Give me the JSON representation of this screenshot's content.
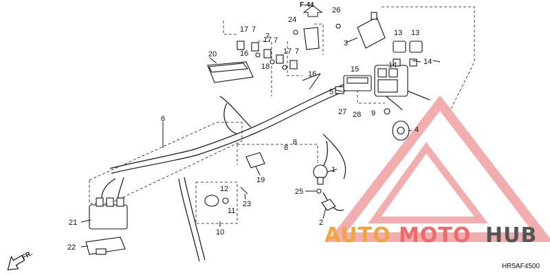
{
  "ref_callout": "F-44",
  "diagram_code": "HR5AF4500",
  "direction": {
    "label": "FR."
  },
  "watermark": {
    "word1": "AUTO",
    "word2": "MOTO",
    "word3": "HUB",
    "color1": "#f0a640",
    "color2": "#ef6a6a",
    "color3": "#555555",
    "logo_color": "#f0a0a0"
  },
  "callouts": {
    "p1": "1",
    "p2": "2",
    "p3": "3",
    "p4": "4",
    "p5": "5",
    "p6": "6",
    "p7a": "7",
    "p7b": "7",
    "p7c": "7",
    "p7d": "7",
    "p8a": "8",
    "p8b": "8",
    "p9": "9",
    "p10": "10",
    "p11": "11",
    "p12": "12",
    "p13a": "13",
    "p13b": "13",
    "p14a": "14",
    "p14b": "14",
    "p15": "15",
    "p16a": "16",
    "p16b": "16",
    "p17a": "17",
    "p17b": "17",
    "p17c": "17",
    "p18": "18",
    "p19": "19",
    "p20": "20",
    "p21": "21",
    "p22": "22",
    "p23": "23",
    "p24": "24",
    "p25": "25",
    "p26": "26",
    "p27": "27",
    "p28": "28"
  }
}
